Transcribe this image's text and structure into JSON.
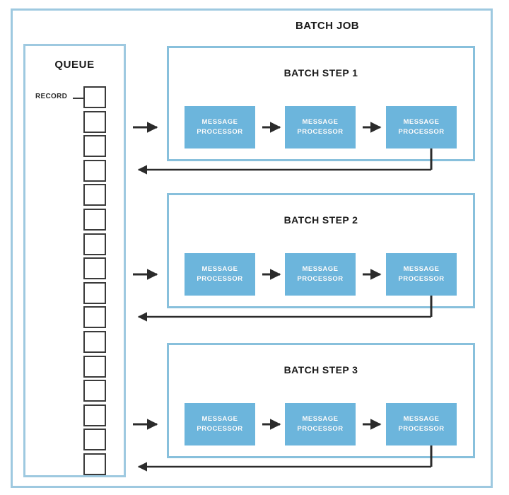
{
  "diagram": {
    "title": "BATCH JOB",
    "queue": {
      "title": "QUEUE",
      "record_label": "RECORD",
      "cell_count": 16
    },
    "steps": [
      {
        "title": "BATCH STEP 1",
        "processors": [
          {
            "line1": "MESSAGE",
            "line2": "PROCESSOR"
          },
          {
            "line1": "MESSAGE",
            "line2": "PROCESSOR"
          },
          {
            "line1": "MESSAGE",
            "line2": "PROCESSOR"
          }
        ]
      },
      {
        "title": "BATCH STEP 2",
        "processors": [
          {
            "line1": "MESSAGE",
            "line2": "PROCESSOR"
          },
          {
            "line1": "MESSAGE",
            "line2": "PROCESSOR"
          },
          {
            "line1": "MESSAGE",
            "line2": "PROCESSOR"
          }
        ]
      },
      {
        "title": "BATCH STEP 3",
        "processors": [
          {
            "line1": "MESSAGE",
            "line2": "PROCESSOR"
          },
          {
            "line1": "MESSAGE",
            "line2": "PROCESSOR"
          },
          {
            "line1": "MESSAGE",
            "line2": "PROCESSOR"
          }
        ]
      }
    ],
    "colors": {
      "frame_border": "#9ec9e0",
      "step_border": "#88c0dc",
      "processor_fill": "#6cb5dc",
      "processor_text": "#ffffff",
      "arrow": "#2b2b2b",
      "cell_border": "#3a3a3a",
      "background": "#ffffff"
    },
    "flow": {
      "feed_arrow_direction": "right",
      "return_arrow_direction": "left"
    }
  }
}
